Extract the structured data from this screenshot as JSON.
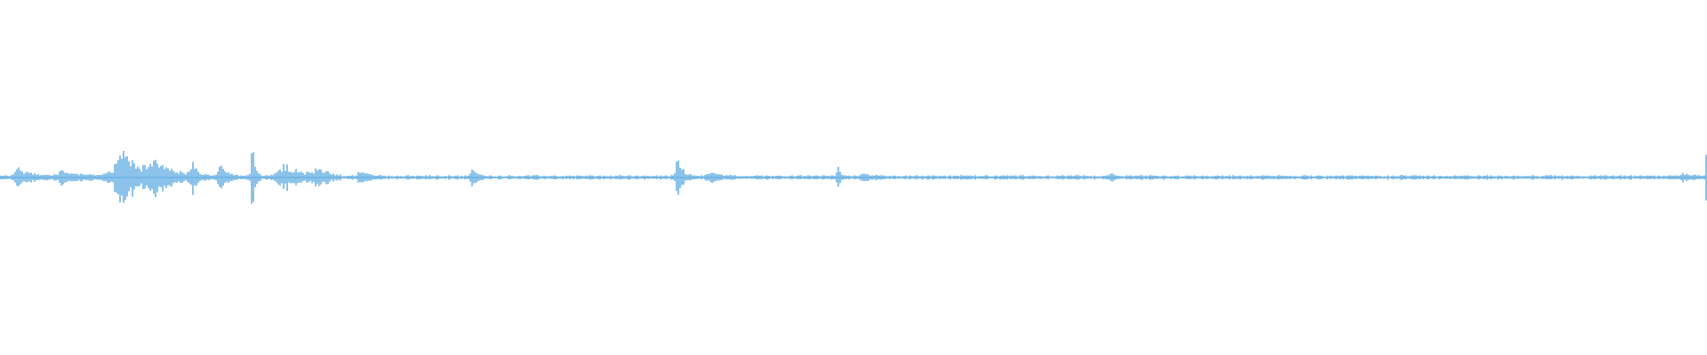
{
  "waveform": {
    "color": "#5aa9e1",
    "background": "#ffffff",
    "sample_count": 960,
    "bursts": [
      {
        "center": 0.01,
        "width": 0.02,
        "amplitude": 0.03
      },
      {
        "center": 0.035,
        "width": 0.03,
        "amplitude": 0.018
      },
      {
        "center": 0.07,
        "width": 0.045,
        "amplitude": 0.08
      },
      {
        "center": 0.09,
        "width": 0.025,
        "amplitude": 0.04
      },
      {
        "center": 0.112,
        "width": 0.01,
        "amplitude": 0.045
      },
      {
        "center": 0.128,
        "width": 0.012,
        "amplitude": 0.04
      },
      {
        "center": 0.147,
        "width": 0.006,
        "amplitude": 0.12
      },
      {
        "center": 0.165,
        "width": 0.03,
        "amplitude": 0.045
      },
      {
        "center": 0.185,
        "width": 0.015,
        "amplitude": 0.035
      },
      {
        "center": 0.21,
        "width": 0.015,
        "amplitude": 0.018
      },
      {
        "center": 0.276,
        "width": 0.008,
        "amplitude": 0.03
      },
      {
        "center": 0.396,
        "width": 0.01,
        "amplitude": 0.06
      },
      {
        "center": 0.415,
        "width": 0.015,
        "amplitude": 0.02
      },
      {
        "center": 0.49,
        "width": 0.005,
        "amplitude": 0.04
      },
      {
        "center": 0.505,
        "width": 0.012,
        "amplitude": 0.012
      },
      {
        "center": 0.65,
        "width": 0.008,
        "amplitude": 0.01
      },
      {
        "center": 0.82,
        "width": 0.006,
        "amplitude": 0.006
      },
      {
        "center": 0.985,
        "width": 0.012,
        "amplitude": 0.012
      },
      {
        "center": 0.999,
        "width": 0.004,
        "amplitude": 0.07
      }
    ],
    "noise_floor": 0.004
  }
}
